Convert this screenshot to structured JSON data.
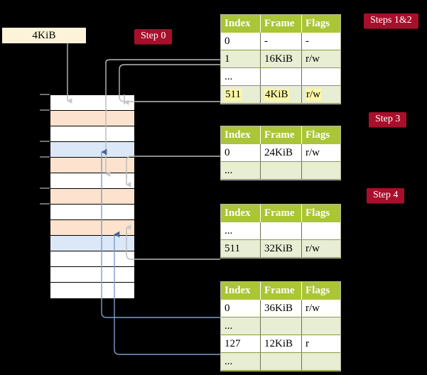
{
  "diagram": {
    "title": "multi-level-page-table-walk",
    "memory_label": "4KiB",
    "badges": [
      {
        "id": "step0",
        "label": "Step 0"
      },
      {
        "id": "step12",
        "label": "Steps 1&2"
      },
      {
        "id": "step3",
        "label": "Step 3"
      },
      {
        "id": "step4",
        "label": "Step 4"
      }
    ],
    "colors": {
      "badge_bg": "#a80f2b",
      "table_header_bg": "#aac535",
      "table_alt_row_bg": "#e8eed4",
      "highlight_bg": "#fbf8a6",
      "mem_orange": "#fde3cd",
      "mem_blue": "#dce8f7",
      "kib_box_bg": "#fdf3d9",
      "gray_wire": "#b9b9b9",
      "blue_wire": "#7b9ec9",
      "background": "#000000"
    },
    "memory_rows": [
      {
        "index": 0,
        "fill": "white"
      },
      {
        "index": 1,
        "fill": "orange"
      },
      {
        "index": 2,
        "fill": "white"
      },
      {
        "index": 3,
        "fill": "blue"
      },
      {
        "index": 4,
        "fill": "orange"
      },
      {
        "index": 5,
        "fill": "white"
      },
      {
        "index": 6,
        "fill": "orange"
      },
      {
        "index": 7,
        "fill": "white"
      },
      {
        "index": 8,
        "fill": "orange"
      },
      {
        "index": 9,
        "fill": "blue"
      },
      {
        "index": 10,
        "fill": "white"
      },
      {
        "index": 11,
        "fill": "white"
      },
      {
        "index": 12,
        "fill": "white"
      }
    ],
    "tables": [
      {
        "id": "table-1",
        "headers": [
          "Index",
          "Frame",
          "Flags"
        ],
        "rows": [
          {
            "cells": [
              "0",
              "-",
              "-"
            ],
            "style": "plain",
            "highlight": false
          },
          {
            "cells": [
              "1",
              "16KiB",
              "r/w"
            ],
            "style": "alt",
            "highlight": false
          },
          {
            "cells": [
              "...",
              "",
              ""
            ],
            "style": "plain",
            "highlight": false
          },
          {
            "cells": [
              "511",
              "4KiB",
              "r/w"
            ],
            "style": "alt",
            "highlight": true
          }
        ]
      },
      {
        "id": "table-2",
        "headers": [
          "Index",
          "Frame",
          "Flags"
        ],
        "rows": [
          {
            "cells": [
              "0",
              "24KiB",
              "r/w"
            ],
            "style": "plain",
            "highlight": false
          },
          {
            "cells": [
              "...",
              "",
              ""
            ],
            "style": "alt",
            "highlight": false
          }
        ]
      },
      {
        "id": "table-3",
        "headers": [
          "Index",
          "Frame",
          "Flags"
        ],
        "rows": [
          {
            "cells": [
              "...",
              "",
              ""
            ],
            "style": "plain",
            "highlight": false
          },
          {
            "cells": [
              "511",
              "32KiB",
              "r/w"
            ],
            "style": "alt",
            "highlight": false
          }
        ]
      },
      {
        "id": "table-4",
        "headers": [
          "Index",
          "Frame",
          "Flags"
        ],
        "rows": [
          {
            "cells": [
              "0",
              "36KiB",
              "r/w"
            ],
            "style": "plain",
            "highlight": false
          },
          {
            "cells": [
              "...",
              "",
              ""
            ],
            "style": "alt",
            "highlight": false
          },
          {
            "cells": [
              "127",
              "12KiB",
              "r"
            ],
            "style": "plain",
            "highlight": false
          },
          {
            "cells": [
              "...",
              "",
              ""
            ],
            "style": "alt",
            "highlight": false
          }
        ]
      }
    ]
  }
}
